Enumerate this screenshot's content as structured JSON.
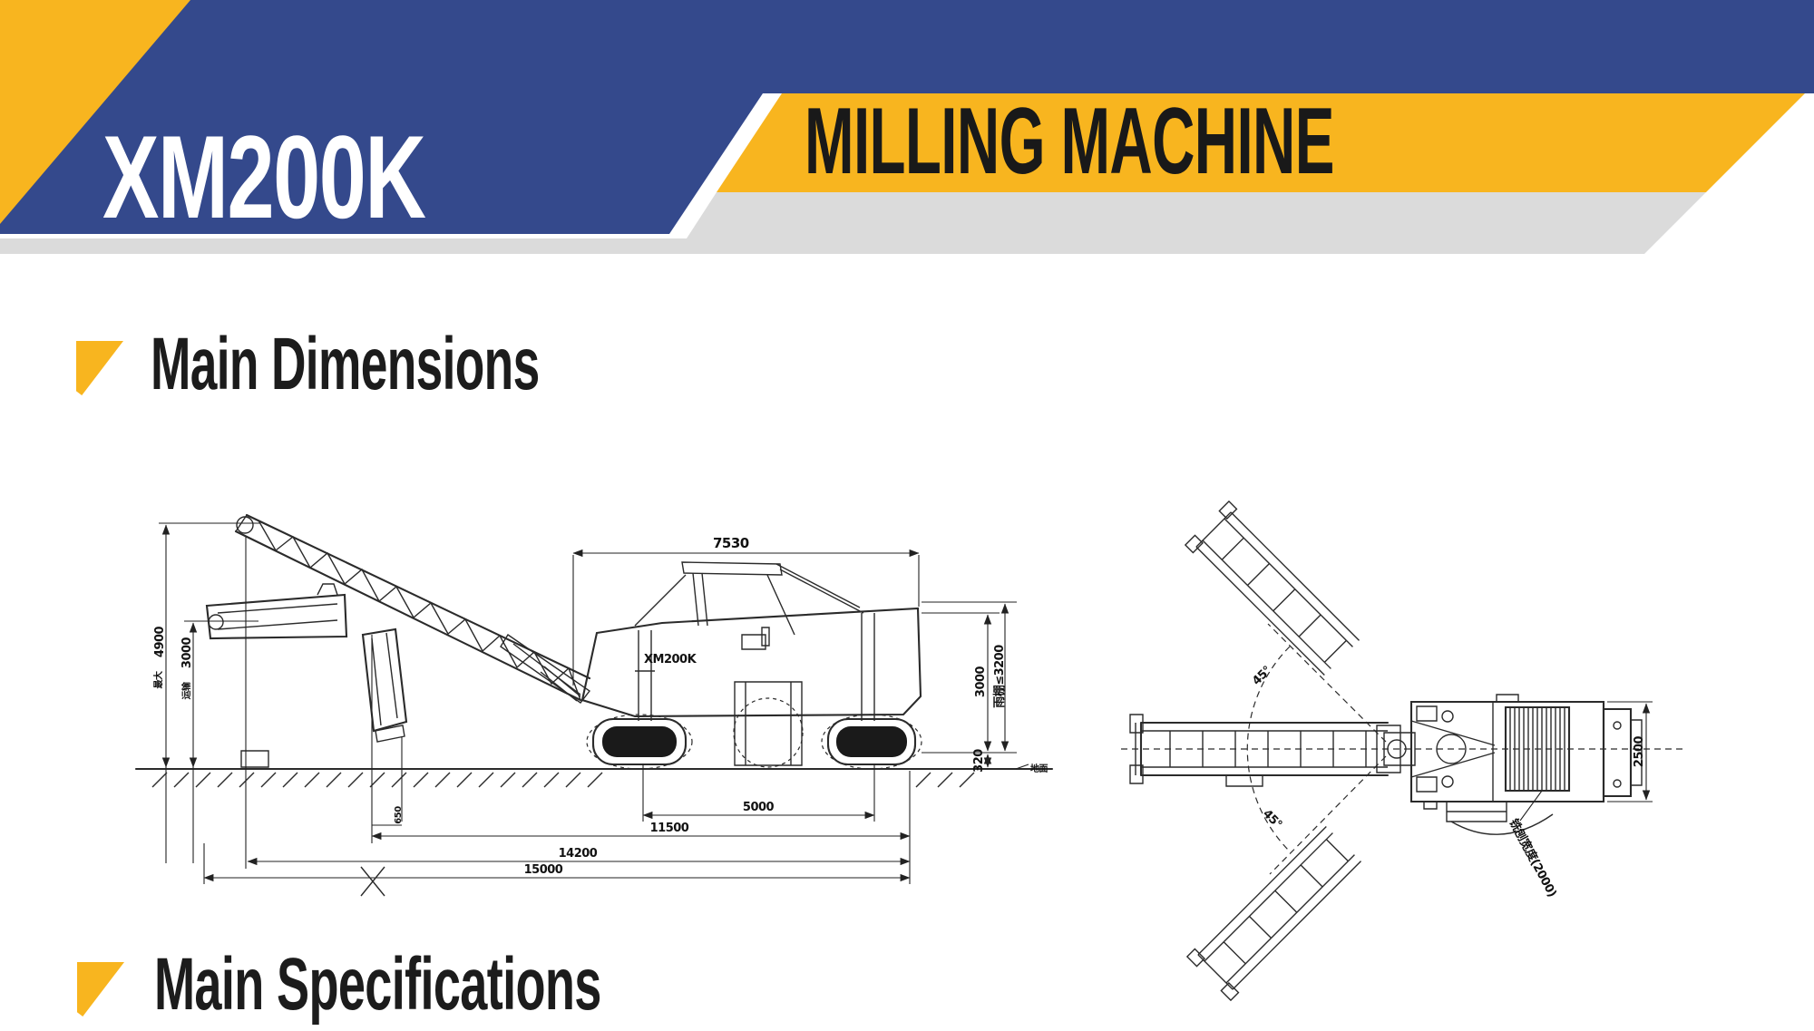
{
  "header": {
    "model": "XM200K",
    "title": "MILLING MACHINE"
  },
  "colors": {
    "blue": "#34498C",
    "yellow": "#F8B51F",
    "gray": "#DBDBDB",
    "ink": "#1c1c1c"
  },
  "sections": {
    "dimensions": "Main Dimensions",
    "specifications": "Main Specifications"
  },
  "side_view": {
    "machine_label": "XM200K",
    "dim_top": "7530",
    "dim_left_height": "4900",
    "dim_left_note": "最大",
    "dim_left_transport": "3000",
    "dim_left_transport_note": "运输",
    "dim_right_height": "3000",
    "dim_right_canopy": "雨棚≤3200",
    "dim_right_clearance": "320",
    "ground_label": "地面",
    "dim_650": "650",
    "dim_5000": "5000",
    "dim_11500": "11500",
    "dim_14200": "14200",
    "dim_15000": "15000"
  },
  "top_view": {
    "angle_upper": "45°",
    "angle_lower": "45°",
    "dim_width": "2500",
    "milling_width_label": "铣刨宽度(2000)"
  }
}
